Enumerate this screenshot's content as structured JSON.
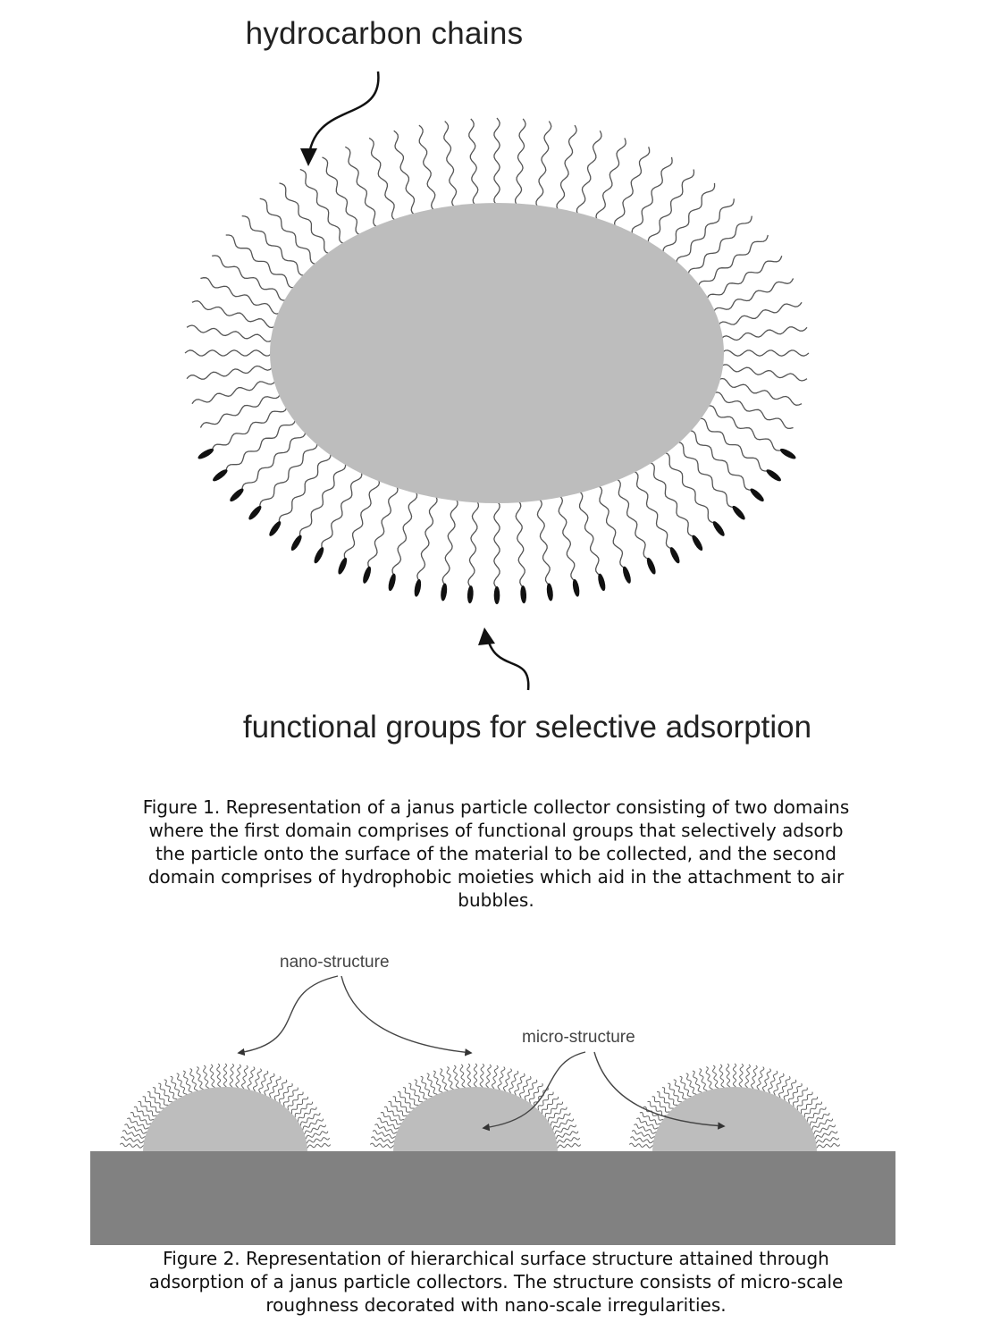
{
  "figure1": {
    "top_label": "hydrocarbon chains",
    "bottom_label": "functional groups for selective adsorption",
    "caption": "Figure 1. Representation of a janus particle collector consisting of two domains\nwhere the first domain comprises of functional groups that selectively adsorb\nthe particle onto the surface of the material to be collected, and the second\ndomain comprises of hydrophobic moieties which aid in the attachment to air\nbubbles."
  },
  "figure2": {
    "nano_label": "nano-structure",
    "micro_label": "micro-structure",
    "caption": "Figure 2. Representation of hierarchical surface structure attained through\nadsorption of a janus particle collectors. The structure consists of micro-scale\nroughness decorated with nano-scale irregularities."
  },
  "colors": {
    "particle_fill": "#bdbdbd",
    "chain_stroke": "#555555",
    "head_fill": "#111111",
    "substrate_fill": "#818181"
  }
}
